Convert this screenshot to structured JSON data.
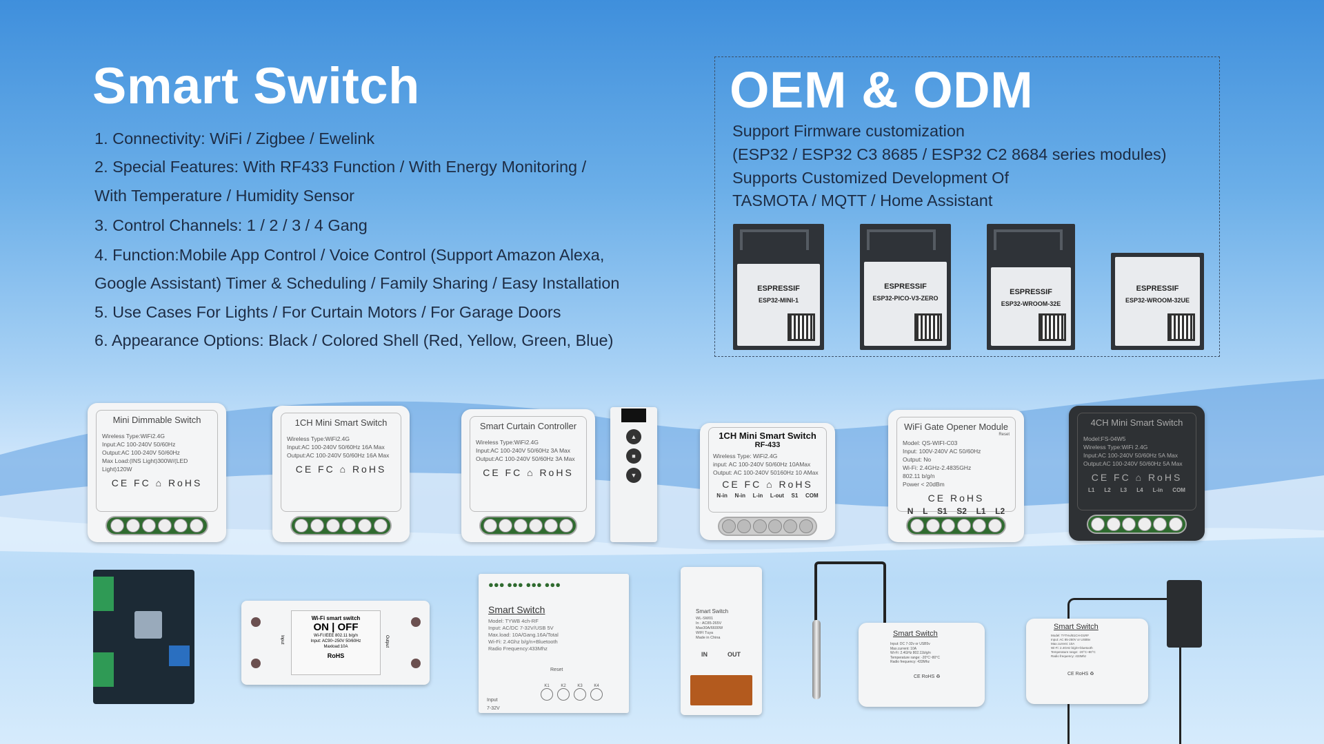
{
  "left": {
    "title": "Smart Switch",
    "features": [
      "1. Connectivity: WiFi / Zigbee / Ewelink",
      "2. Special Features: With RF433 Function / With Energy Monitoring /",
      "With Temperature / Humidity Sensor",
      "3. Control Channels: 1 / 2 / 3 / 4 Gang",
      "4. Function:Mobile App Control / Voice Control (Support Amazon Alexa,",
      "Google Assistant) Timer & Scheduling / Family Sharing / Easy Installation",
      "5. Use Cases For Lights / For Curtain Motors / For Garage Doors",
      "6. Appearance Options: Black / Colored Shell (Red, Yellow, Green, Blue)"
    ]
  },
  "oem": {
    "title": "OEM & ODM",
    "lines": [
      "Support Firmware customization",
      "(ESP32 / ESP32 C3 8685 / ESP32 C2 8684 series modules)",
      "Supports Customized Development Of",
      "TASMOTA / MQTT / Home Assistant"
    ],
    "modules": [
      {
        "brand": "ESPRESSIF",
        "name": "ESP32-MINI-1"
      },
      {
        "brand": "ESPRESSIF",
        "name": "ESP32-PICO-V3-ZERO"
      },
      {
        "brand": "ESPRESSIF",
        "name": "ESP32-WROOM-32E"
      },
      {
        "brand": "ESPRESSIF",
        "name": "ESP32-WROOM-32UE"
      }
    ]
  },
  "products_row1": [
    {
      "title": "Mini Dimmable Switch",
      "specs": [
        "Wireless Type:WiFi2.4G",
        "Input:AC 100-240V 50/60Hz",
        "Output:AC 100-240V 50/60Hz",
        "Max Load:(INS Light)300W/(LED Light)120W"
      ],
      "certs": "CE FC ⌂ RoHS"
    },
    {
      "title": "1CH Mini Smart Switch",
      "specs": [
        "Wireless Type:WiFi2.4G",
        "Input:AC 100-240V 50/60Hz 16A Max",
        "Output:AC 100-240V 50/60Hz 16A Max"
      ],
      "certs": "CE FC ⌂ RoHS"
    },
    {
      "title": "Smart Curtain Controller",
      "specs": [
        "Wireless Type:WiFi2.4G",
        "Input:AC 100-240V 50/60Hz 3A Max",
        "Output:AC 100-240V 50/60Hz 3A Max"
      ],
      "certs": "CE FC ⌂ RoHS"
    },
    {
      "title": "1CH Mini Smart Switch",
      "subtitle": "RF-433",
      "specs": [
        "Wireless Type: WiFi2.4G",
        "input: AC 100-240V 50/60Hz 10AMax",
        "Output: AC 100-240V 50160Hz 10 AMax"
      ],
      "certs": "CE FC ⌂ RoHS",
      "terminals": [
        "N-in",
        "N-in",
        "L-in",
        "L-out",
        "S1",
        "COM"
      ]
    },
    {
      "title": "WiFi Gate Opener Module",
      "reset": "Reset",
      "specs": [
        "Model: QS-WIFI-C03",
        "Input: 100V-240V AC 50/60Hz",
        "Output: No",
        "Wi-Fi: 2.4GHz-2.4835GHz",
        "802.11 b/g/n",
        "Power < 20dBm"
      ],
      "certs": "CE RoHS",
      "terminals": [
        "N",
        "L",
        "S1",
        "S2",
        "L1",
        "L2"
      ]
    },
    {
      "title": "4CH Mini Smart Switch",
      "specs": [
        "Model:FS-04W5",
        "Wireless Type:WiFi 2.4G",
        "Input:AC 100-240V 50/60Hz 5A Max",
        "Output:AC 100-240V 50/60Hz 5A Max"
      ],
      "certs": "CE FC ⌂ RoHS",
      "terminals": [
        "L1",
        "L2",
        "L3",
        "L4",
        "L-in",
        "COM"
      ]
    }
  ],
  "products_row2": {
    "basic": {
      "title": "Wi-Fi smart switch",
      "onoff": "ON | OFF",
      "specs": [
        "Wi-Fi:IEEE 802.11 b/g/n",
        "Input: AC90~250V 50/60Hz",
        "Maxload:10A"
      ],
      "input": "Input",
      "output": "Output",
      "rohs": "RoHS"
    },
    "fourch": {
      "title": "Smart Switch",
      "specs": [
        "Model: TYWB 4ch-RF",
        "Input: AC/DC 7-32V/USB 5V",
        "Max.load: 10A/Gang.16A/Total",
        "Wi-Fi: 2.4Ghz b/g/n+Bluetooth",
        "Radio Frequency:433Mhz"
      ],
      "reset": "Reset",
      "input": "Input",
      "voltage": "7-32V",
      "keys": [
        "K1",
        "K2",
        "K3",
        "K4"
      ]
    },
    "din": {
      "title": "Smart Switch",
      "specs": [
        "WL-SW01",
        "In : AC85-265V",
        "Max30A/6600W",
        "WIFI Tuya",
        "Made in China"
      ],
      "in": "IN",
      "out": "OUT"
    },
    "temp1": {
      "title": "Smart Switch",
      "specs": [
        "Input: DC 7-32v or USB5v",
        "Max.current: 10A",
        "Wi-Fi: 2.4GHz 802.11b/g/n",
        "Temperature range: -20°C~80°C",
        "Radio frequency: 433Mhz"
      ],
      "certs": "CE RoHS ♻"
    },
    "temp2": {
      "title": "Smart Switch",
      "specs": [
        "Model: TYTHx/B1CH-D1RF",
        "Input: AC 85-250V or USB5v",
        "Max.current: 10A",
        "Wi-Fi: 2.4GHz b/g/n+bluetooth",
        "Temperature range: -20°C~80°C",
        "Radio frequency: 433Mhz"
      ],
      "certs": "CE RoHS ♻"
    }
  },
  "colors": {
    "title": "#ffffff",
    "text": "#1d2c44",
    "terminal_green": "#2f6b2f",
    "dark_shell": "#2e3134"
  }
}
